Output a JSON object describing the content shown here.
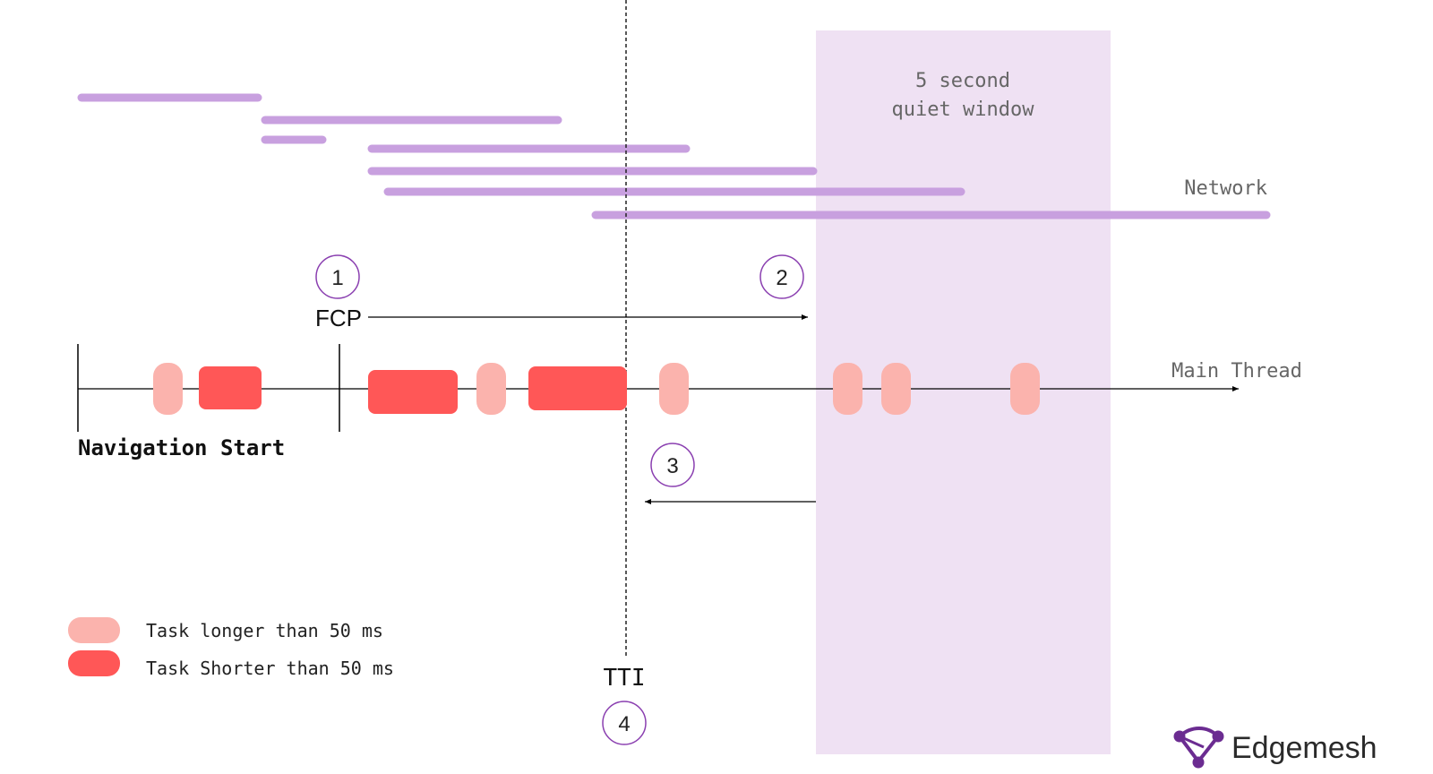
{
  "labels": {
    "quiet_window_line1": "5 second",
    "quiet_window_line2": "quiet window",
    "network": "Network",
    "main_thread": "Main Thread",
    "navigation_start": "Navigation Start",
    "fcp": "FCP",
    "tti": "TTI"
  },
  "steps": [
    "1",
    "2",
    "3",
    "4"
  ],
  "legend": [
    {
      "label": "Task longer than 50 ms",
      "color": "#fbb3ad"
    },
    {
      "label": "Task Shorter than 50 ms",
      "color": "#ff5757"
    }
  ],
  "brand": {
    "name": "Edgemesh",
    "color": "#6b2c91"
  },
  "colors": {
    "network_bar": "#c8a0df",
    "quiet_window": "#efe1f3",
    "circle_stroke": "#8a3fb0",
    "long_task": "#fbb3ad",
    "short_task": "#ff5757"
  }
}
